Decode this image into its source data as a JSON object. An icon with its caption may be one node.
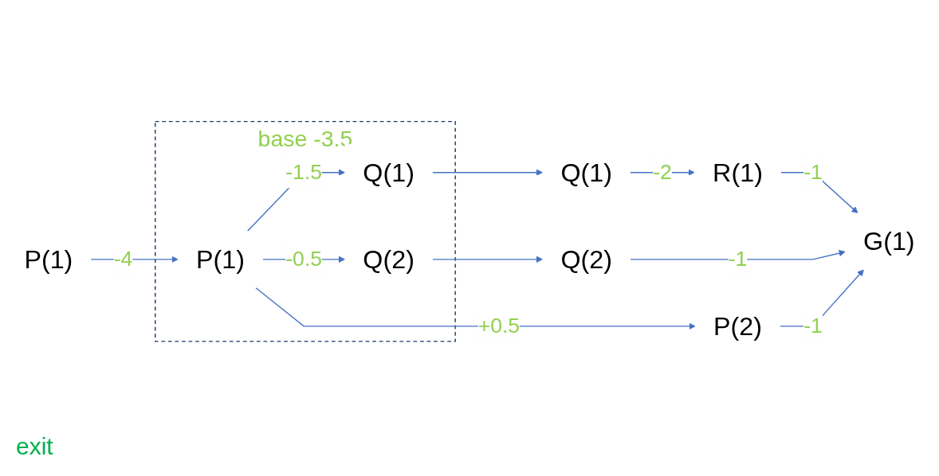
{
  "diagram": {
    "nodes": [
      {
        "text": [
          "P(1)"
        ]
      },
      {
        "text": [
          "base -3.5"
        ]
      },
      {
        "text": [
          "P(1)"
        ],
        "in": 1
      },
      {
        "text": [
          "Q(1)"
        ],
        "in": 1
      },
      {
        "text": [
          "Q(2)"
        ],
        "in": 1
      },
      {
        "text": [
          "Q(1)"
        ]
      },
      {
        "text": [
          "Q(2)"
        ]
      },
      {
        "text": [
          "R(1)"
        ]
      },
      {
        "text": [
          "G(1)"
        ]
      },
      {
        "text": [
          "P(2)"
        ]
      }
    ],
    "edges": [
      {
        "from": 0,
        "to": 2,
        "arrow": "to",
        "label": "-4"
      },
      {
        "from": 2,
        "to": 3,
        "arrow": "to",
        "label": "-1.5"
      },
      {
        "from": 2,
        "to": 4,
        "arrow": "to",
        "label": "-0.5"
      },
      {
        "from": 2,
        "to": 9,
        "arrow": "to",
        "label": "+0.5"
      },
      {
        "from": 3,
        "to": 5,
        "arrow": "to"
      },
      {
        "from": 4,
        "to": 6,
        "arrow": "to"
      },
      {
        "from": 5,
        "to": 7,
        "arrow": "to",
        "label": "-2"
      },
      {
        "from": 7,
        "to": 8,
        "arrow": "to",
        "label": "-1"
      },
      {
        "from": 6,
        "to": 8,
        "arrow": "to",
        "label": "-1"
      },
      {
        "from": 9,
        "to": 8,
        "arrow": "to",
        "label": "-1"
      }
    ],
    "labels": [
      "exit"
    ]
  }
}
